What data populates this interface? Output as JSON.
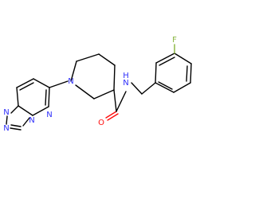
{
  "molecule": {
    "colors": {
      "bond": "#000000",
      "nitrogen": "#2f2ffa",
      "oxygen": "#ff0d0d",
      "fluorine": "#85b33a",
      "background": "#ffffff"
    },
    "atom_labels": {
      "n_piperidine": "N",
      "n_amide": "N",
      "h_amide": "H",
      "o_carbonyl": "O",
      "f_aryl": "F",
      "n_pyridazine": "N",
      "n_bridge": "N",
      "n_triazole_1": "N",
      "n_triazole_2": "N"
    }
  }
}
